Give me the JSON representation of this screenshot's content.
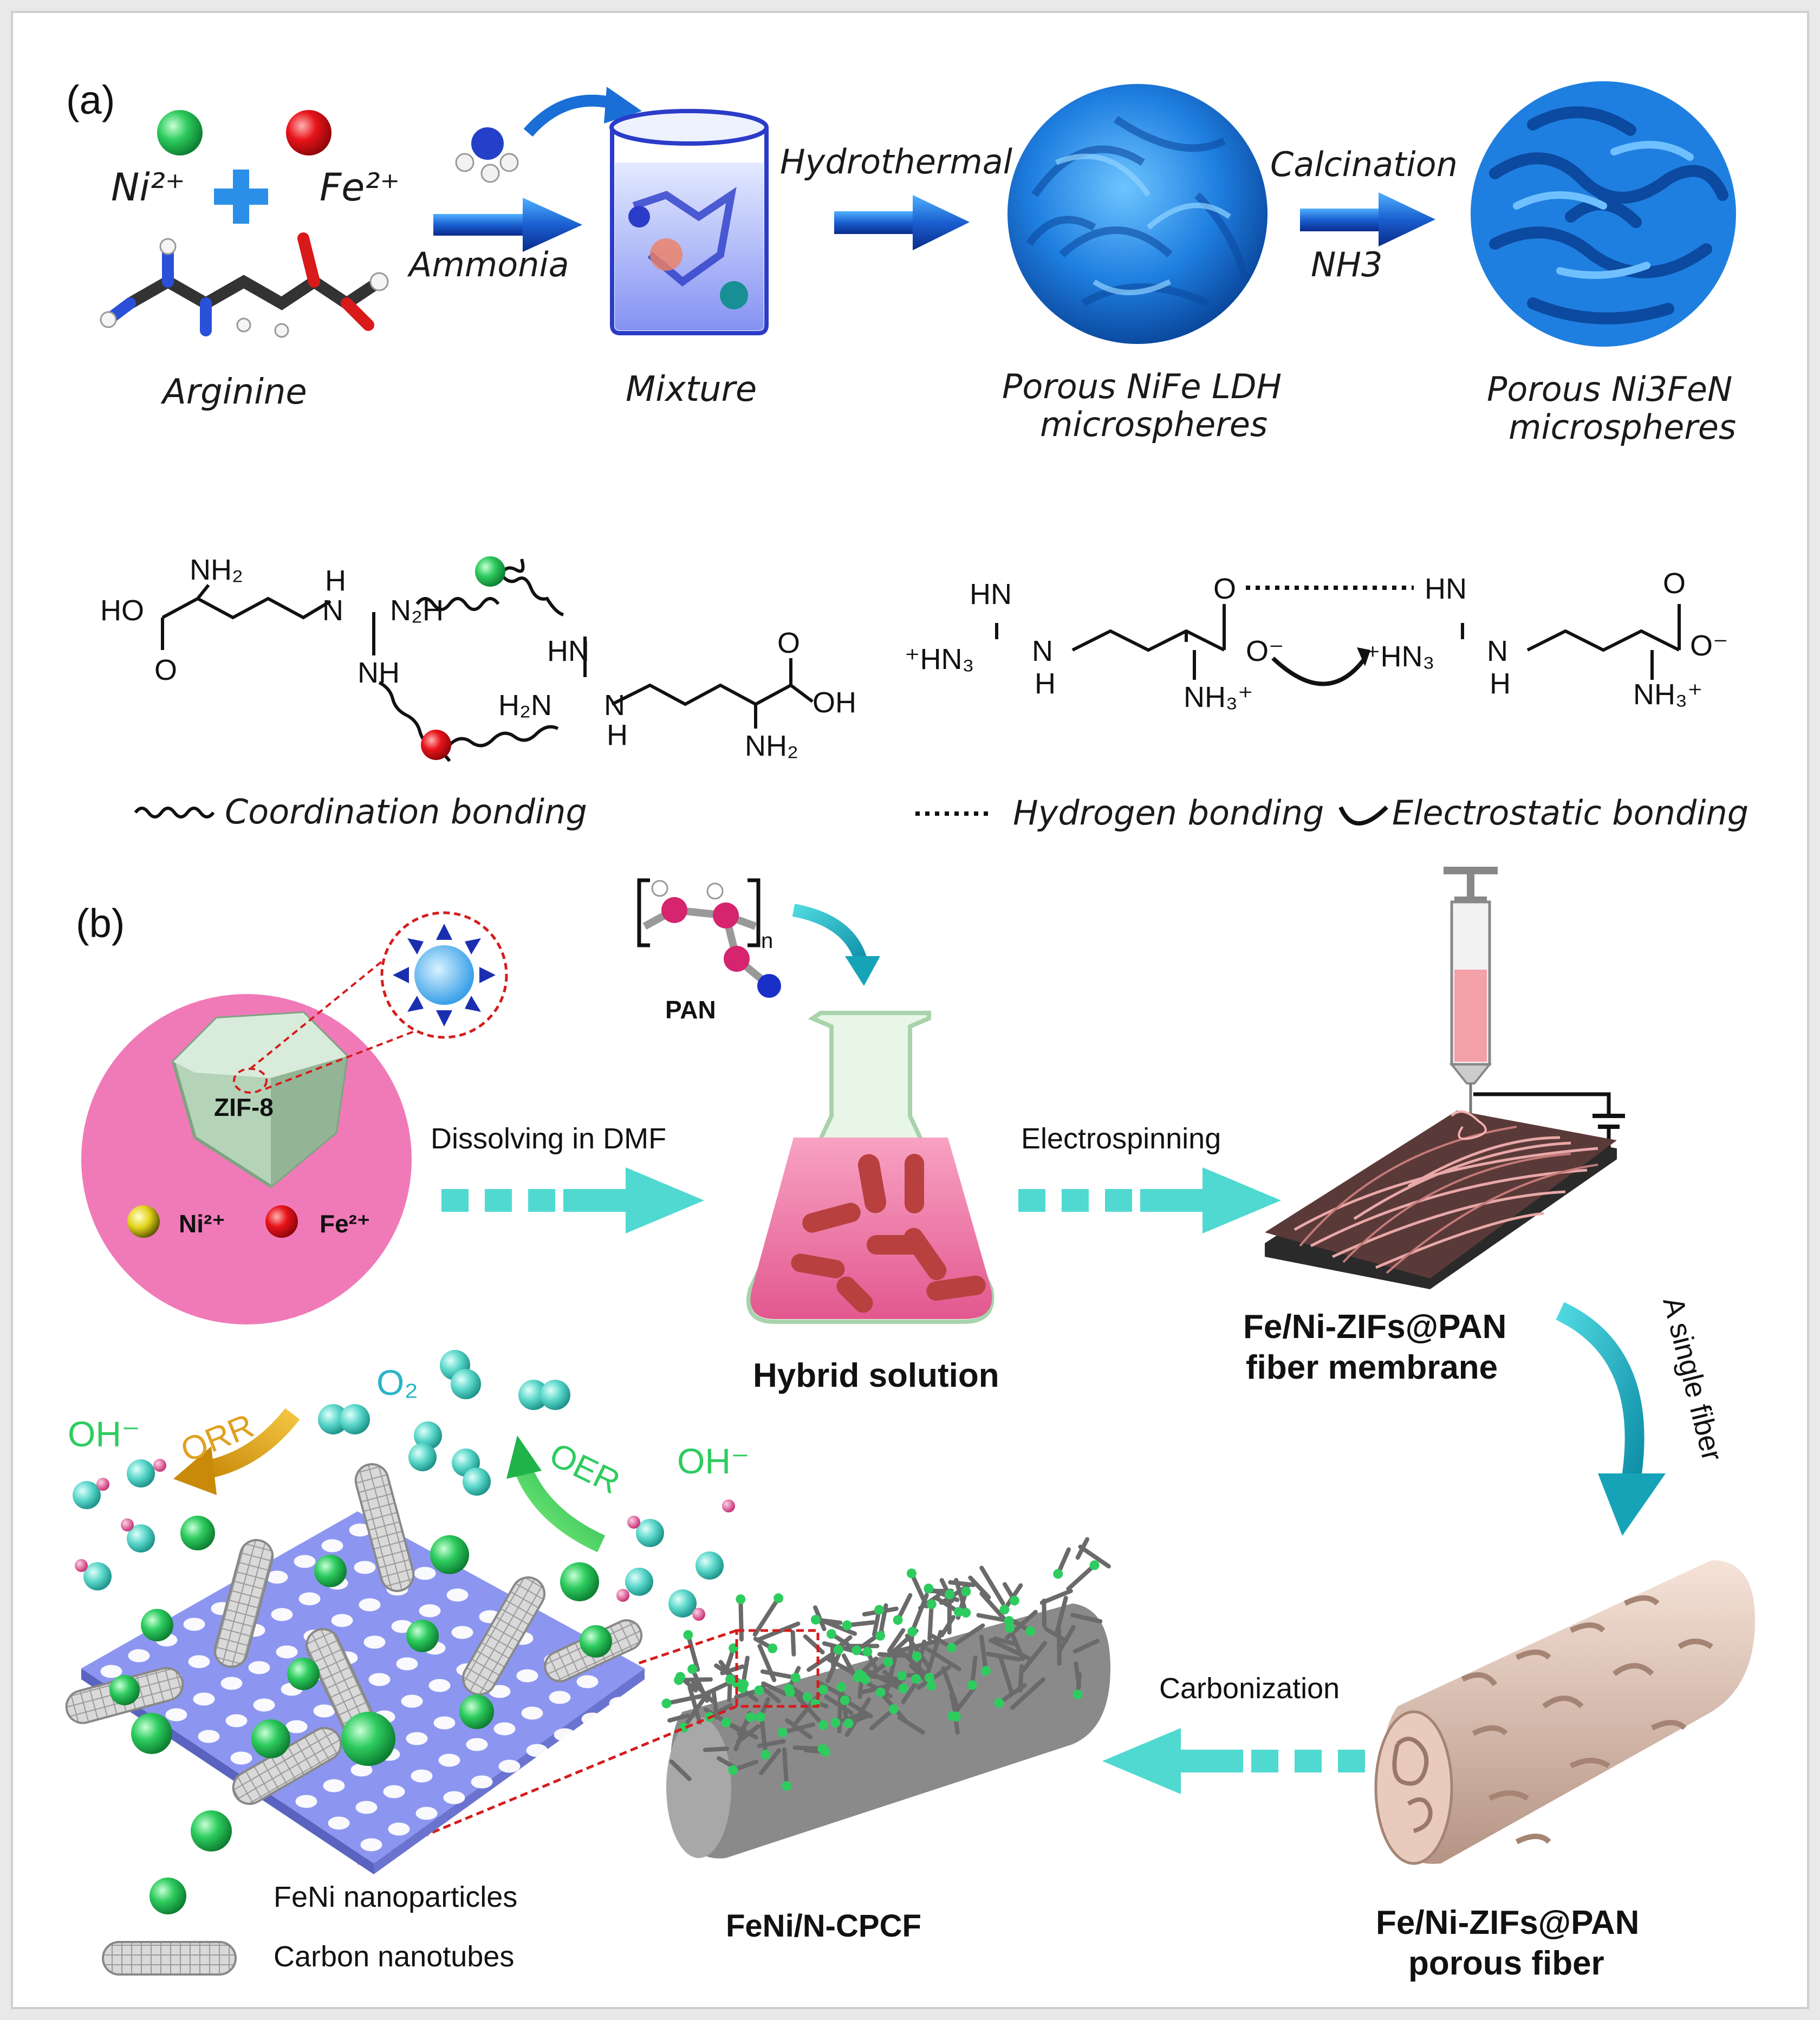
{
  "panel_a": {
    "label": "(a)",
    "ni_ion": "Ni²⁺",
    "fe_ion": "Fe²⁺",
    "arginine": "Arginine",
    "ammonia": "Ammonia",
    "mixture": "Mixture",
    "hydrothermal": "Hydrothermal",
    "ldh_line1": "Porous NiFe LDH",
    "ldh_line2": "microspheres",
    "calcination": "Calcination",
    "nh3": "NH3",
    "nitride_line1": "Porous Ni3FeN",
    "nitride_line2": "microspheres"
  },
  "bonding": {
    "left": {
      "nh2_top": "NH₂",
      "ho": "HO",
      "o_low": "O",
      "h": "H",
      "n": "N",
      "n2h": "N₂H",
      "nh": "NH",
      "hn_mid": "HN",
      "h2n": "H₂N",
      "n_mid": "N",
      "h_mid": "H",
      "o_right": "O",
      "oh": "OH",
      "nh2_bottom": "NH₂"
    },
    "right": {
      "hn_left": "HN",
      "hn3_left": "⁺HN₃",
      "n_left": "N",
      "h_left": "H",
      "o_top_left": "O",
      "o_minus_left": "O⁻",
      "nh3_left": "NH₃⁺",
      "hn_right": "HN",
      "hn3_right": "⁺HN₃",
      "n_right": "N",
      "h_right": "H",
      "o_top_right": "O",
      "o_minus_right": "O⁻",
      "nh3_right": "NH₃⁺"
    },
    "legend_coordination": "Coordination bonding",
    "legend_hydrogen": "Hydrogen bonding",
    "legend_electrostatic": "Electrostatic bonding"
  },
  "panel_b": {
    "label": "(b)",
    "zif": "ZIF-8",
    "ni_ion": "Ni²⁺",
    "fe_ion": "Fe²⁺",
    "pan": "PAN",
    "pan_n": "n",
    "dissolving": "Dissolving in DMF",
    "hybrid_solution": "Hybrid solution",
    "electrospinning": "Electrospinning",
    "membrane_line1": "Fe/Ni-ZIFs@PAN",
    "membrane_line2": "fiber membrane",
    "single_fiber": "A single fiber",
    "carbonization": "Carbonization",
    "porous_line1": "Fe/Ni-ZIFs@PAN",
    "porous_line2": "porous fiber",
    "cpcf": "FeNi/N-CPCF",
    "o2": "O₂",
    "oh_left": "OH⁻",
    "oh_right": "OH⁻",
    "orr": "ORR",
    "oer": "OER",
    "legend_nanoparticles": "FeNi nanoparticles",
    "legend_nanotubes": "Carbon nanotubes"
  },
  "colors": {
    "ni_green": "#2ecc5f",
    "fe_red": "#e8141b",
    "blue_arrow": "#1a6fd6",
    "cyan_arrow": "#4fd9d0",
    "ldh_blue": "#1f7fe0",
    "pink_sphere": "#f07ab8",
    "ldh_graphene": "#8c96f0"
  }
}
